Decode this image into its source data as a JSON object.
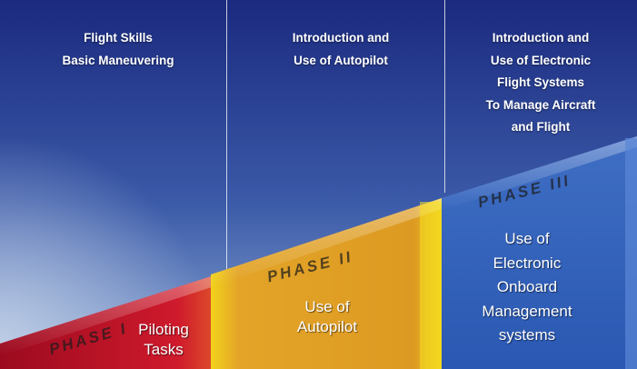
{
  "columns": [
    {
      "heading": [
        "Flight Skills",
        "Basic Maneuvering"
      ],
      "phase": "PHASE I",
      "tasks": [
        "Piloting",
        "Tasks"
      ]
    },
    {
      "heading": [
        "Introduction and",
        "Use of Autopilot"
      ],
      "phase": "PHASE II",
      "tasks": [
        "Use of",
        "Autopilot"
      ]
    },
    {
      "heading": [
        "Introduction and",
        "Use of Electronic",
        "Flight Systems",
        "To Manage Aircraft",
        "and Flight"
      ],
      "phase": "PHASE III",
      "tasks": [
        "Use of",
        "Electronic",
        "Onboard",
        "Management",
        "systems"
      ]
    }
  ],
  "colors": {
    "sky_top": "#1b2a7f",
    "sky_bottom": "#6d93c8",
    "phase_1": "#c8102e",
    "phase_2": "#e0a020",
    "phase_3": "#2d5db8",
    "label_text": "#ffffff",
    "phase_text": "#1c1c1c"
  }
}
